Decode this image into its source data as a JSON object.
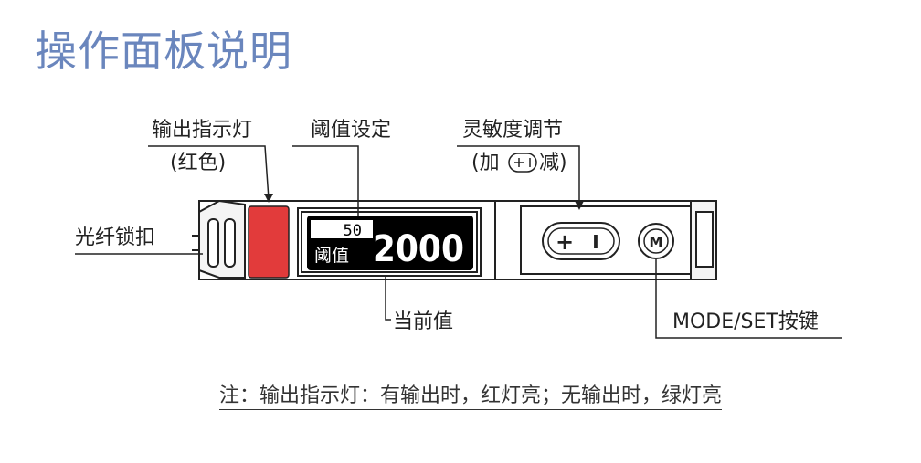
{
  "title": "操作面板说明",
  "labels": {
    "output_indicator": "输出指示灯",
    "output_indicator_sub": "(红色)",
    "threshold_setting": "阈值设定",
    "sensitivity_adjust": "灵敏度调节",
    "sensitivity_sub_left": "(加",
    "sensitivity_sub_right": "减)",
    "fiber_lock": "光纤锁扣",
    "current_value": "当前值",
    "mode_set_key": "MODE/SET按键"
  },
  "display": {
    "threshold_value": "50",
    "threshold_label": "阈值",
    "current_value": "2000"
  },
  "buttons": {
    "plus": "+",
    "minus": "I",
    "mode": "M"
  },
  "note": "注：输出指示灯：有输出时，红灯亮；无输出时，绿灯亮",
  "colors": {
    "title": "#6a86bd",
    "indicator": "#e23b3b",
    "display_bg": "#000000"
  }
}
